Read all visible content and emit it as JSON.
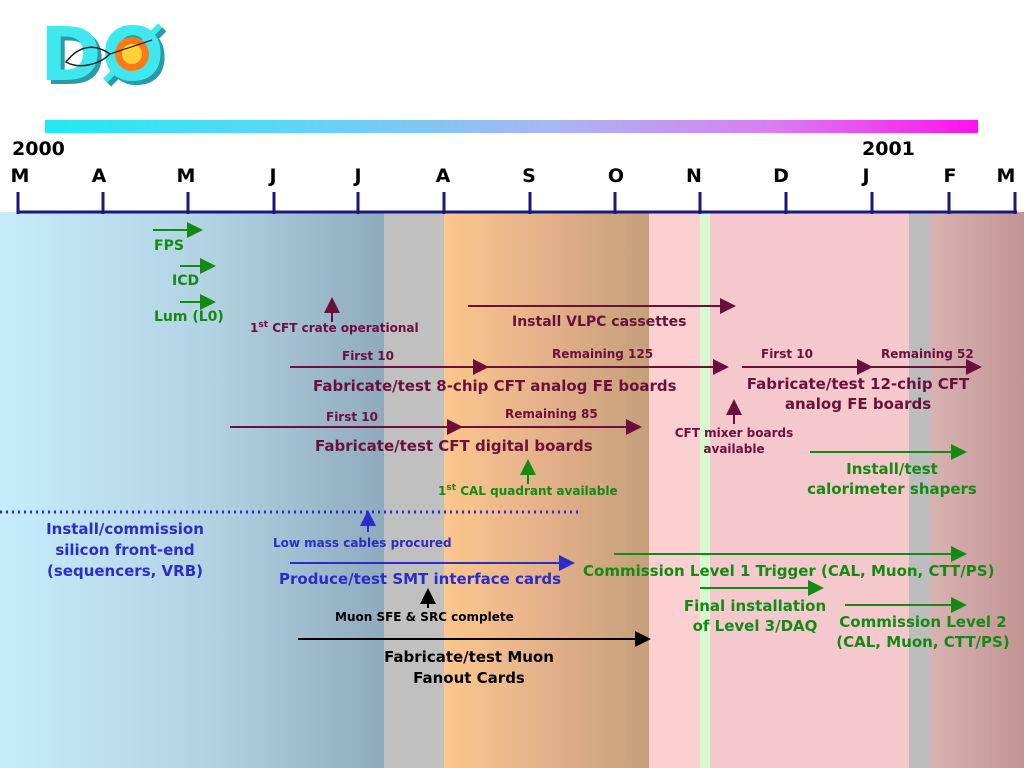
{
  "logo": {
    "text": "DØ"
  },
  "timeline": {
    "years": [
      "2000",
      "2001"
    ],
    "months": [
      "M",
      "A",
      "M",
      "J",
      "J",
      "A",
      "S",
      "O",
      "N",
      "D",
      "J",
      "F",
      "M"
    ]
  },
  "colors": {
    "green": "#138a13",
    "maroon": "#6b0f3c",
    "blue": "#2c2cc8",
    "black": "#000000",
    "axis": "#1a1a7a"
  },
  "labels": {
    "fps": "FPS",
    "icd": "ICD",
    "lum": "Lum (L0)",
    "cft_crate_sup": "st",
    "cft_crate_pre": "1",
    "cft_crate_post": " CFT crate operational",
    "vlpc": "Install VLPC cassettes",
    "analog_first10": "First 10",
    "analog_remaining125": "Remaining 125",
    "analog_8chip": "Fabricate/test 8-chip CFT analog FE boards",
    "analog12_first10": "First 10",
    "analog12_remaining52": "Remaining 52",
    "analog12_line1": "Fabricate/test 12-chip CFT",
    "analog12_line2": "analog FE boards",
    "digital_first10": "First 10",
    "digital_remaining85": "Remaining 85",
    "digital_boards": "Fabricate/test CFT digital boards",
    "mixer_line1": "CFT mixer boards",
    "mixer_line2": "available",
    "cal_quad_pre": "1",
    "cal_quad_sup": "st",
    "cal_quad_post": " CAL quadrant available",
    "shapers_line1": "Install/test",
    "shapers_line2": "calorimeter shapers",
    "silicon_line1": "Install/commission",
    "silicon_line2": "silicon front-end",
    "silicon_line3": "(sequencers, VRB)",
    "low_mass": "Low mass cables procured",
    "smt": "Produce/test SMT interface cards",
    "l1": "Commission Level 1 Trigger (CAL, Muon, CTT/PS)",
    "l3_line1": "Final installation",
    "l3_line2": "of Level 3/DAQ",
    "l2_line1": "Commission Level 2",
    "l2_line2": "(CAL, Muon, CTT/PS)",
    "muon_sfe": "Muon SFE & SRC complete",
    "muon_fanout_line1": "Fabricate/test Muon",
    "muon_fanout_line2": "Fanout Cards"
  }
}
